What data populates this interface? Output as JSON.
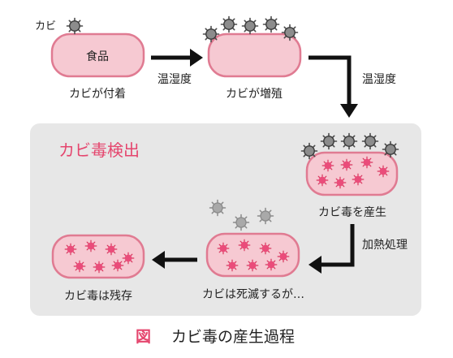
{
  "labels": {
    "mold": "カビ",
    "food": "食品",
    "mold_attached": "カビが付着",
    "temp_humidity_1": "温湿度",
    "mold_proliferates": "カビが増殖",
    "temp_humidity_2": "温湿度",
    "mycotoxin_detected": "カビ毒検出",
    "mycotoxin_produced": "カビ毒を産生",
    "heat_treatment": "加熱処理",
    "mold_dies_but": "カビは死滅するが…",
    "mycotoxin_remains": "カビ毒は残存"
  },
  "caption": {
    "prefix": "図",
    "title": "カビ毒の産生過程"
  },
  "colors": {
    "food_fill": "#f6c9d2",
    "food_stroke": "#e07b92",
    "panel_fill": "#e7e7e7",
    "accent_text": "#e5466e",
    "toxin_particle": "#ea4c7a",
    "mold_spore_dark": "#8c8c8c",
    "mold_spore_light": "#a4a4a4",
    "arrow": "#111111"
  }
}
